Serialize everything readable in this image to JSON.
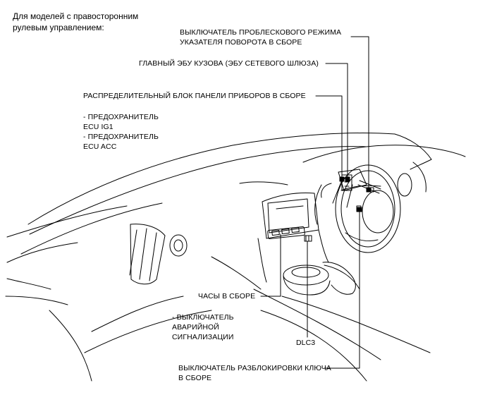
{
  "caption": [
    "Для моделей с правосторонним",
    "рулевым управлением:"
  ],
  "labels": {
    "flasher_switch": [
      "ВЫКЛЮЧАТЕЛЬ ПРОБЛЕСКОВОГО РЕЖИМА",
      "УКАЗАТЕЛЯ ПОВОРОТА В СБОРЕ"
    ],
    "main_body_ecu": "ГЛАВНЫЙ ЭБУ КУЗОВА (ЭБУ СЕТЕВОГО ШЛЮЗА)",
    "junction_block": "РАСПРЕДЕЛИТЕЛЬНЫЙ БЛОК ПАНЕЛИ ПРИБОРОВ В СБОРЕ",
    "fuses": [
      "- ПРЕДОХРАНИТЕЛЬ",
      "ECU IG1",
      "- ПРЕДОХРАНИТЕЛЬ",
      "ECU ACC"
    ],
    "clock": "ЧАСЫ В СБОРЕ",
    "hazard_switch": [
      "- ВЫКЛЮЧАТЕЛЬ",
      "АВАРИЙНОЙ",
      "СИГНАЛИЗАЦИИ"
    ],
    "dlc3": "DLC3",
    "key_unlock_switch": [
      "ВЫКЛЮЧАТЕЛЬ РАЗБЛОКИРОВКИ КЛЮЧА",
      "В СБОРЕ"
    ]
  }
}
